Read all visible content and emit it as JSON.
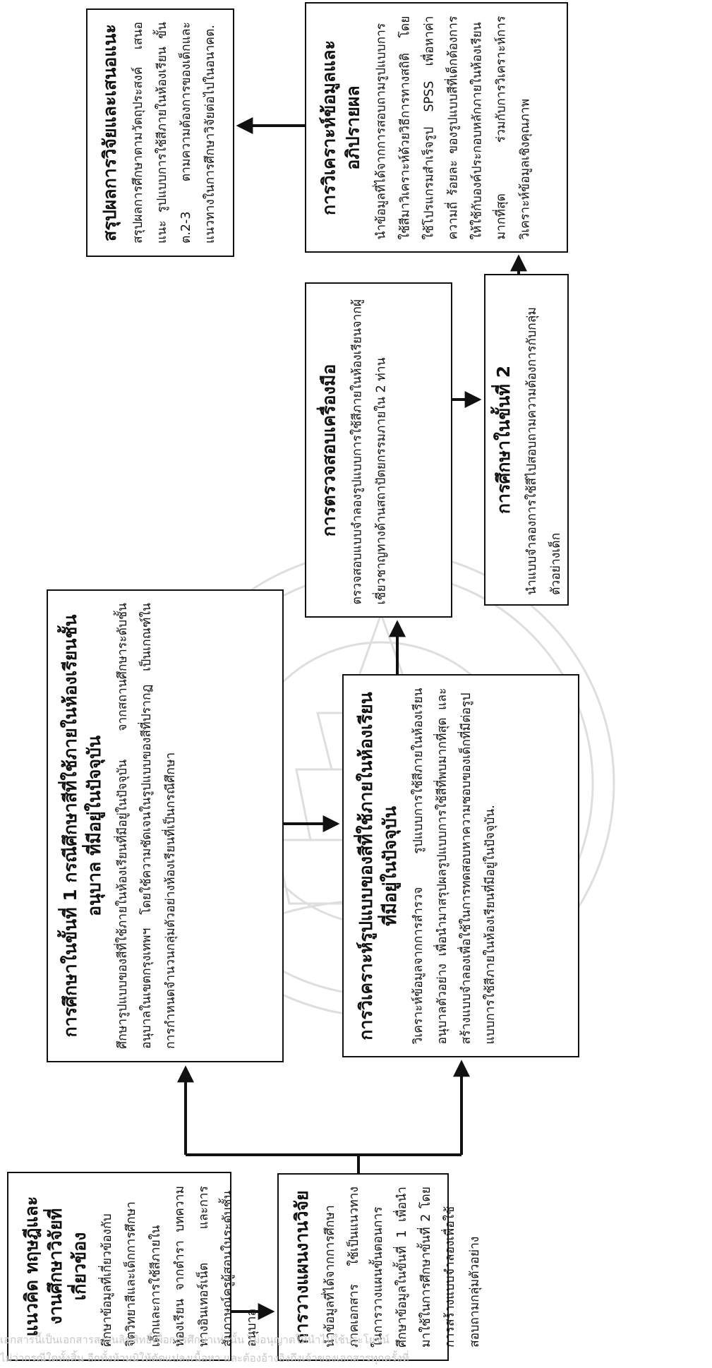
{
  "boxes": {
    "concept": {
      "title": "แนวคิด ทฤษฎีและงานศึกษาวิจัยที่เกี่ยวข้อง",
      "body": "ศึกษาข้อมูลที่เกี่ยวข้องกับจิตวิทยาสีและเด็กการศึกษาเด็กและการใช้สีภายในห้องเรียน จากตำรา บทความทางอินเทอร์เน็ต และการสัมภาษณ์ครูผู้สอนในระดับชั้นอนุบาล"
    },
    "plan": {
      "title": "การวางแผนงานวิจัย",
      "body": "นำข้อมูลที่ได้จากการศึกษาภาคเอกสาร ใช้เป็นแนวทางในการวางแผนขั้นตอนการศึกษาข้อมูลในขั้นที่ 1 เพื่อนำมาใช้ในการศึกษาขั้นที่ 2 โดยการสร้างแบบจำลองเพื่อใช้สอบถามกลุ่มตัวอย่าง"
    },
    "stage1": {
      "title": "การศึกษาในขั้นที่ 1 กรณีศึกษาสีที่ใช้ภายในห้องเรียนชั้นอนุบาล ที่มีอยู่ในปัจจุบัน",
      "body": "ศึกษารูปแบบของสีที่ใช้ภายในห้องเรียนที่มีอยู่ในปัจจุบัน จากสถานศึกษาระดับชั้นอนุบาลในเขตกรุงเทพฯ โดยใช้ความชัดเจนในรูปแบบของสีที่ปรากฏ เป็นเกณฑ์ในการกำหนดจำนวนกลุ่มตัวอย่างห้องเรียนที่เป็นกรณีศึกษา"
    },
    "analysis1": {
      "title": "การวิเคราะห์รูปแบบของสีที่ใช้ภายในห้องเรียนที่มีอยู่ในปัจจุบัน",
      "body": "วิเคราะห์ข้อมูลจากการสำรวจ รูปแบบการใช้สีภายในห้องเรียนอนุบาลตัวอย่าง เพื่อนำมาสรุปผลรูปแบบการใช้สีที่พบมากที่สุด และสร้างแบบจำลองเพื่อใช้ในการทดสอบหาความชอบของเด็กที่มีต่อรูปแบบการใช้สีภายในห้องเรียนที่มีอยู่ในปัจจุบัน."
    },
    "verify": {
      "title": "การตรวจสอบเครื่องมือ",
      "body": "ตรวจสอบแบบจำลองรูปแบบการใช้สีภายในห้องเรียนจากผู้เชี่ยวชาญทางด้านสถาปัตยกรรมภายใน 2 ท่าน"
    },
    "stage2": {
      "title": "การศึกษาในขั้นที่ 2",
      "body": "นำแบบจำลองการใช้สีไปสอบถามความต้องการกับกลุ่มตัวอย่างเด็ก"
    },
    "analysis2": {
      "title": "การวิเคราะห์ข้อมูลและอภิปรายผล",
      "body": "นำข้อมูลที่ได้จากการสอบถามรูปแบบการใช้สีมาวิเคราะห์ด้วยวิธีการทางสถิติ โดยใช้โปรแกรมสำเร็จรูป SPSS เพื่อหาค่าความถี่ ร้อยละ ของรูปแบบสีที่เด็กต้องการให้ใช้กับองค์ประกอบหลักภายในห้องเรียนมากที่สุด ร่วมกับการวิเคราะห์การวิเคราะห์ข้อมูลเชิงคุณภาพ"
    },
    "conclusion": {
      "title": "สรุปผลการวิจัยและเสนอแนะ",
      "body": "สรุปผลการศึกษาตามวัตถุประสงค์ เสนอแนะ รูปแบบการใช้สีภายในห้องเรียน ขั้นต.2-3 ตามความต้องการของเด็กและแนวทางในการศึกษาวิจัยต่อไปในอนาคต."
    }
  },
  "footer": {
    "line1": "เอกสารนี้เป็นเอกสารสงวนลิขสิทธิ์เพื่อการศึกษาเท่านั้น ไม่อนุญาตให้นำไปใช้ประโยชน์",
    "line2": "ไม่ว่ากรณีใดทั้งสิ้น อีกทั้งห้ามมิให้ดัดแปลงเนื้อหา และต้องอ้างอิงถึงเจ้าของเอกสารทุกครั้งที่"
  },
  "colors": {
    "ink": "#111111",
    "watermark": "#d8d8d8",
    "footer": "#c8c8c8"
  }
}
